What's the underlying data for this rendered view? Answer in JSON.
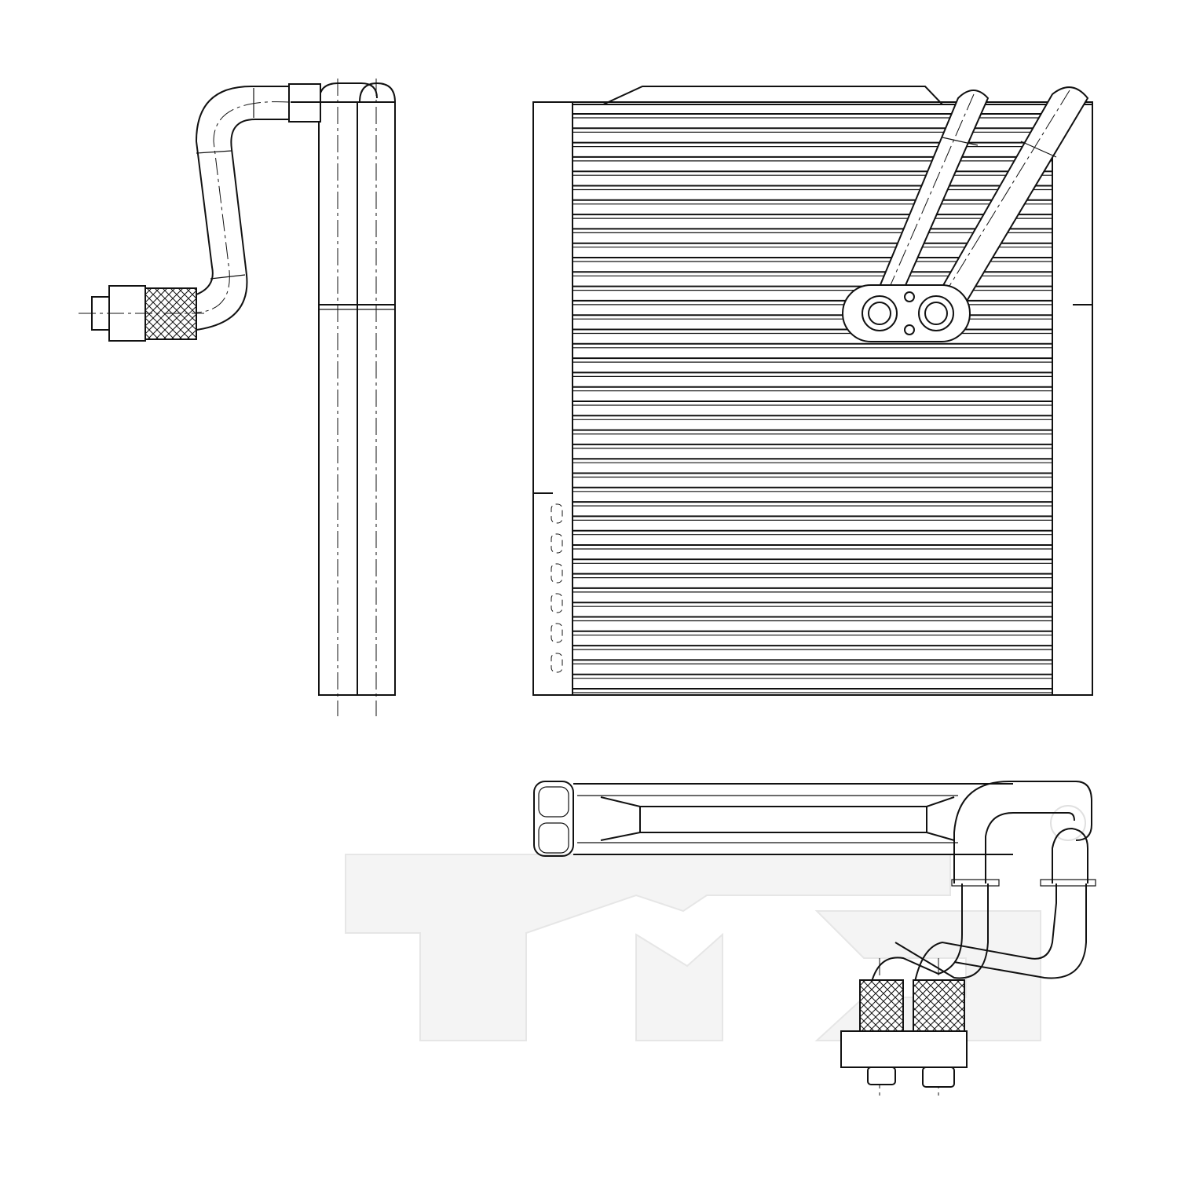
{
  "drawing": {
    "views": [
      "side-view",
      "front-view",
      "bottom-view"
    ],
    "watermark": {
      "logo_text": "TYC",
      "color": "#e6e6e6"
    },
    "line_color": "#111111",
    "background": "#ffffff"
  }
}
